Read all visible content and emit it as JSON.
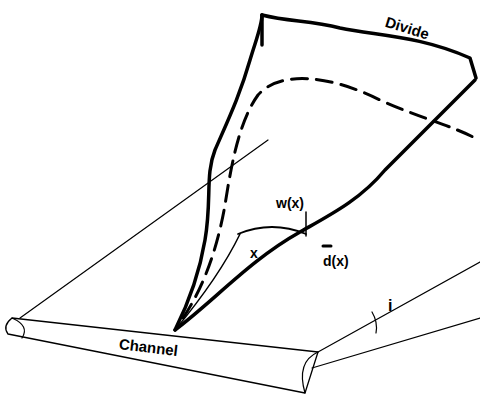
{
  "diagram": {
    "labels": [
      "Divide",
      "w(x)",
      "x",
      "d(x)",
      "Channel",
      "i"
    ]
  }
}
